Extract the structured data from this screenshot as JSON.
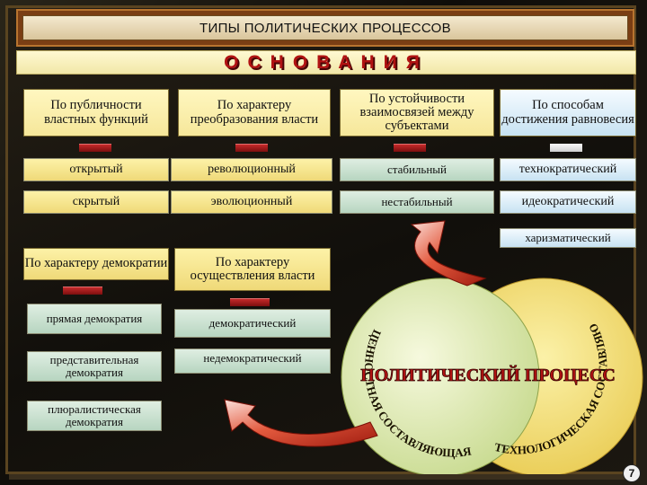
{
  "title": "ТИПЫ ПОЛИТИЧЕСКИХ ПРОЦЕССОВ",
  "basis_banner": "ОСНОВАНИЯ",
  "criteria": [
    {
      "label": "По публичности властных функций"
    },
    {
      "label": "По характеру преобразования власти"
    },
    {
      "label": "По устойчивости взаимосвязей между субъектами"
    },
    {
      "label": "По способам достижения равновесия"
    }
  ],
  "types": {
    "publicity": [
      "открытый",
      "скрытый"
    ],
    "transformation": [
      "революционный",
      "эволюционный"
    ],
    "stability": [
      "стабильный",
      "нестабильный"
    ],
    "equilibrium": [
      "технократический",
      "идеократический",
      "харизматический"
    ]
  },
  "democracy_criterion": "По характеру демократии",
  "democracy_types": [
    "прямая демократия",
    "представительная демократия",
    "плюралистическая демократия"
  ],
  "power_criterion": "По характеру осуществления власти",
  "power_types": [
    "демократический",
    "недемократический"
  ],
  "circles": {
    "center": "ПОЛИТИЧЕСКИЙ ПРОЦЕСС",
    "left_arc": "ЦЕННОСТНАЯ СОСТАВЛЯЮЩАЯ",
    "right_arc": "ТЕХНОЛОГИЧЕСКАЯ СОСТАВЛЯЮЩАЯ"
  },
  "page_number": "7",
  "colors": {
    "accent_red": "#b01212",
    "panel_yellow": "#f6e79a",
    "circle_green": "#dbe8b0",
    "circle_yellow": "#f2e27a"
  }
}
